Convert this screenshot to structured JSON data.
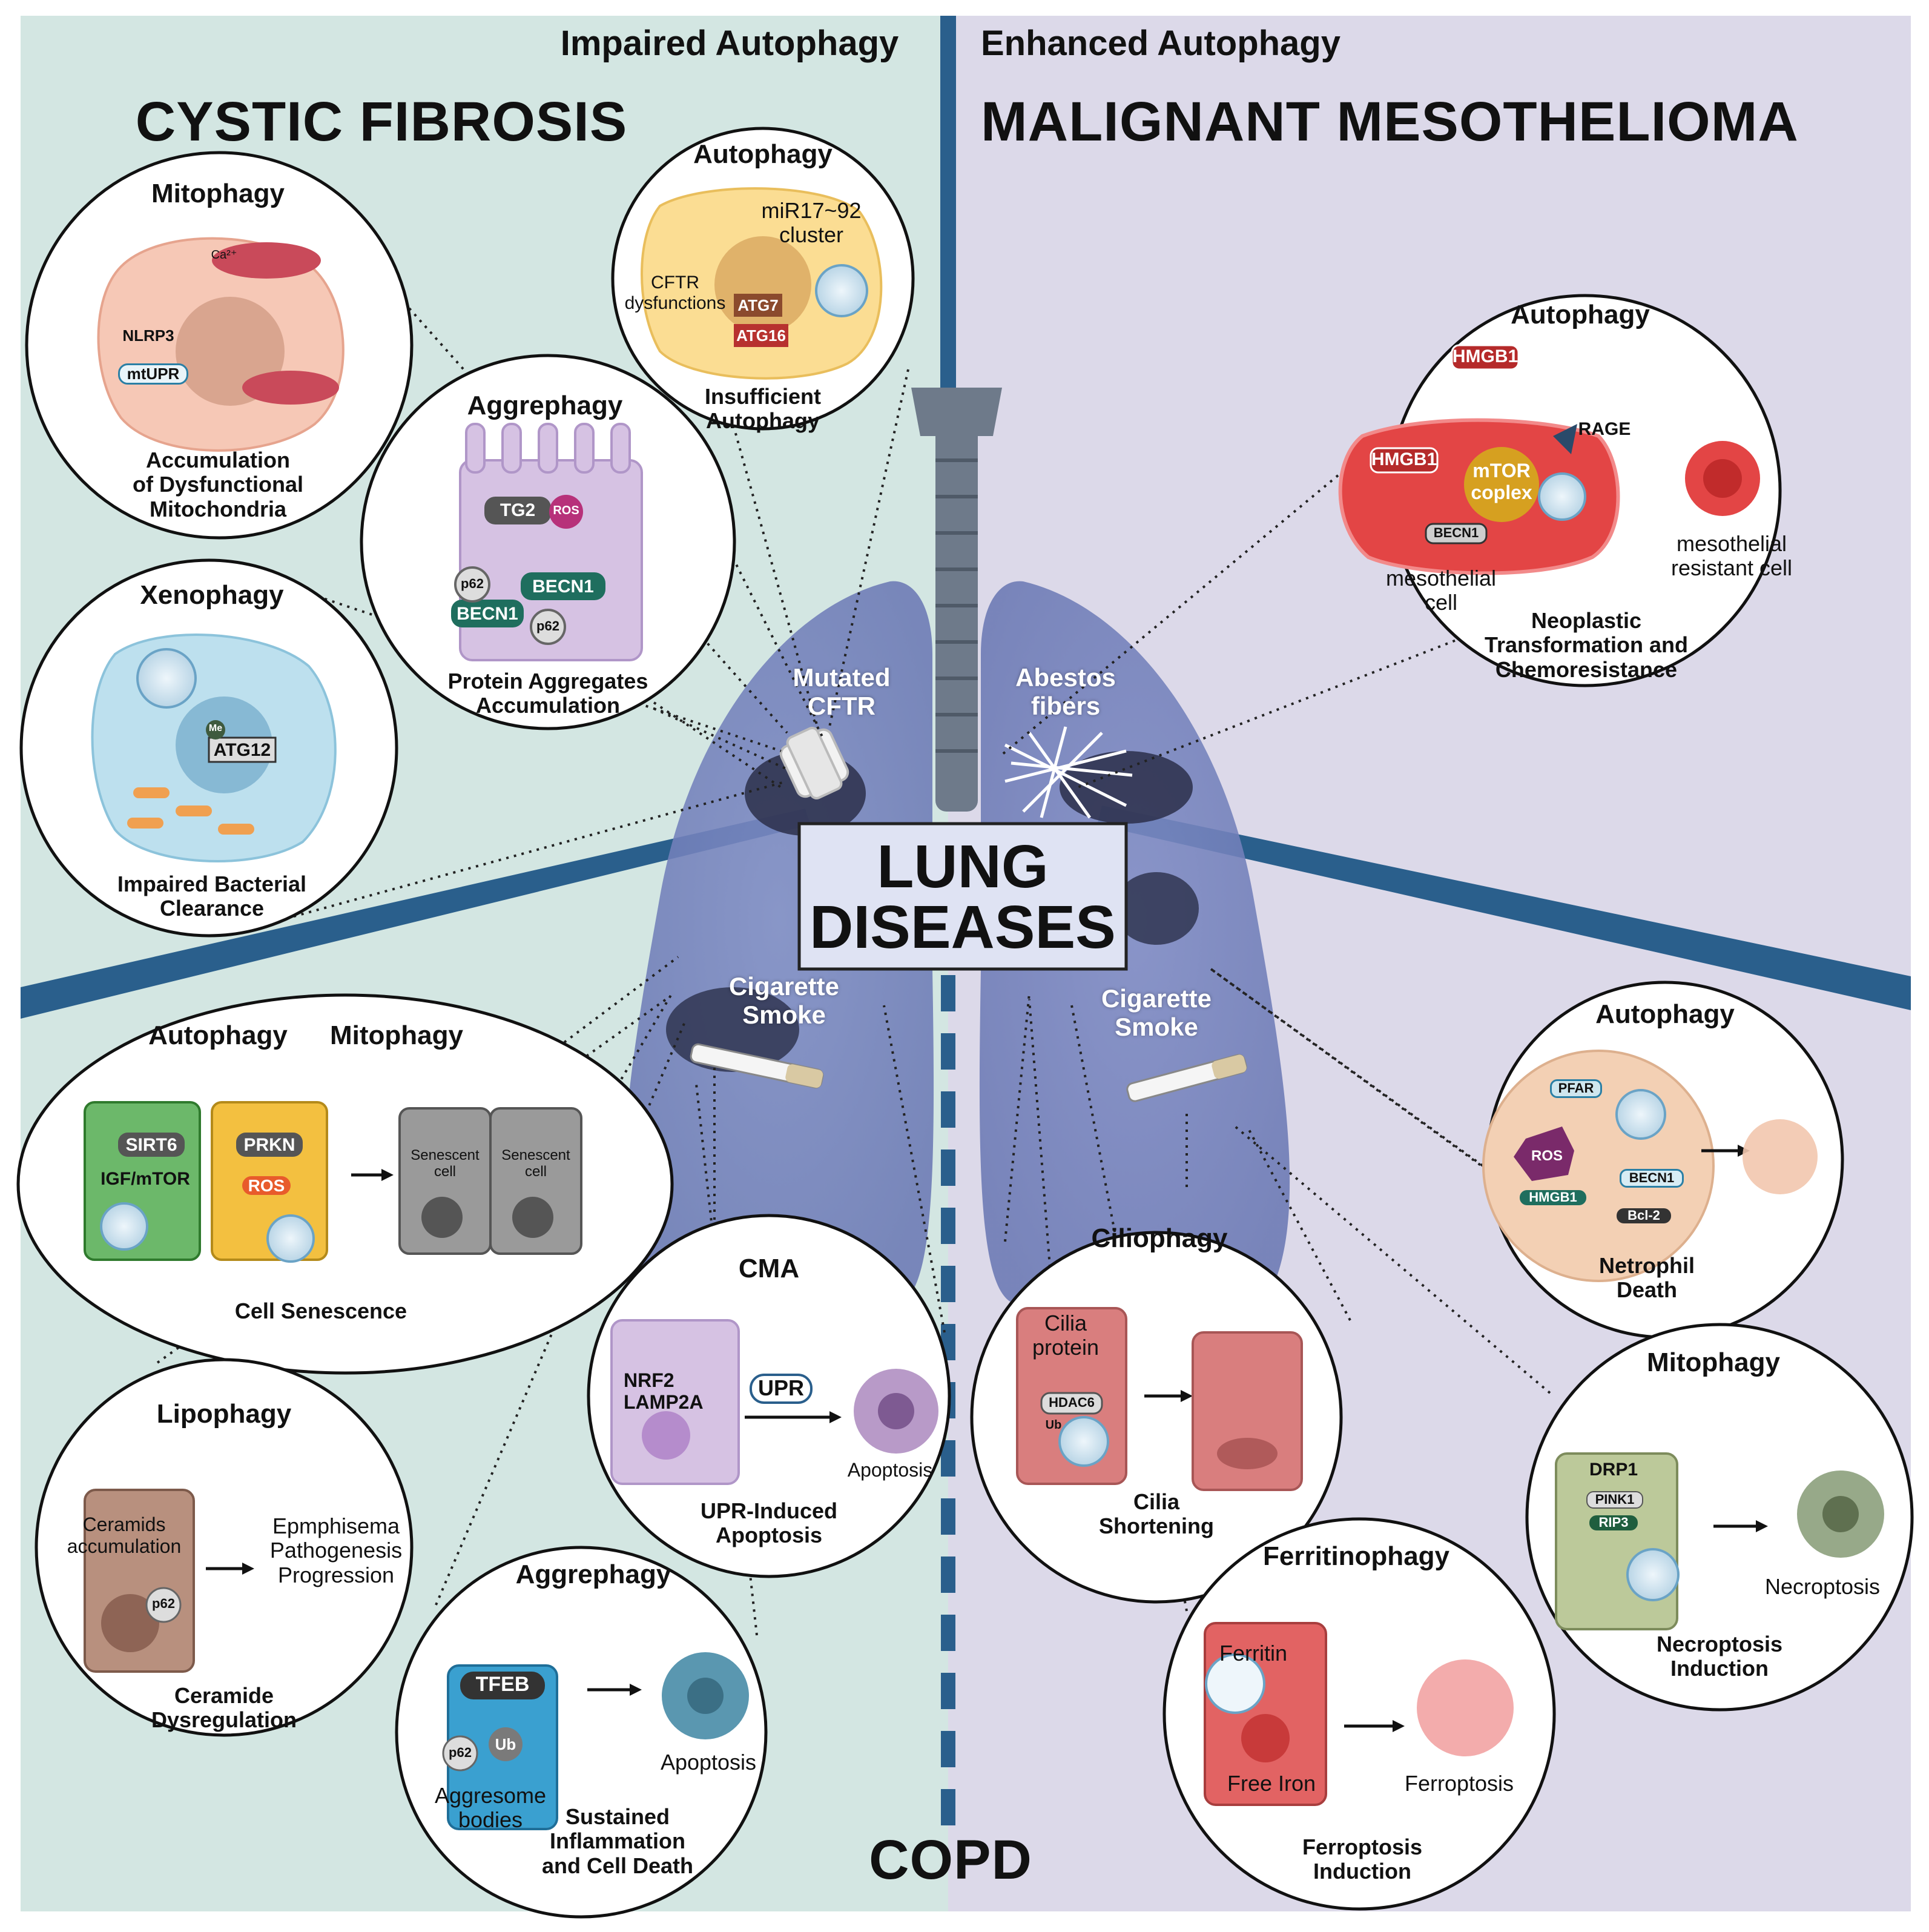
{
  "headers": {
    "impaired": "Impaired Autophagy",
    "enhanced": "Enhanced Autophagy",
    "cf": "CYSTIC FIBROSIS",
    "mm": "MALIGNANT MESOTHELIOMA",
    "copd": "COPD"
  },
  "center": {
    "line1": "LUNG",
    "line2": "DISEASES"
  },
  "lung_labels": {
    "cftr": "Mutated\nCFTR",
    "asbestos": "Abestos\nfibers",
    "smoke_left": "Cigarette\nSmoke",
    "smoke_right": "Cigarette\nSmoke"
  },
  "circles": {
    "mitophagy_cf": {
      "title": "Mitophagy",
      "caption": "Accumulation\nof Dysfunctional\nMitochondria",
      "labels": {
        "nlrp3": "NLRP3",
        "mtupr": "mtUPR",
        "ca": "Ca²⁺"
      }
    },
    "autophagy_cf": {
      "title": "Autophagy",
      "caption": "Insufficient\nAutophagy",
      "labels": {
        "mir": "miR17~92\ncluster",
        "cftr": "CFTR\ndysfunctions",
        "atg7": "ATG7",
        "atg16": "ATG16"
      }
    },
    "aggrephagy_cf": {
      "title": "Aggrephagy",
      "caption": "Protein Aggregates\nAccumulation",
      "labels": {
        "tg2": "TG2",
        "ros": "ROS",
        "p62": "p62",
        "becn1": "BECN1",
        "becn1_b": "BECN1"
      }
    },
    "xenophagy_cf": {
      "title": "Xenophagy",
      "caption": "Impaired Bacterial\nClearance",
      "labels": {
        "atg12": "ATG12",
        "me": "Me"
      }
    },
    "autophagy_mm": {
      "title": "Autophagy",
      "caption": "Neoplastic\nTransformation and\nChemoresistance",
      "labels": {
        "hmgb1_top": "HMGB1",
        "rage": "RAGE",
        "hmgb1": "HMGB1",
        "mtor": "mTOR\ncoplex",
        "becn1": "BECN1",
        "meso_cell": "mesothelial\ncell",
        "resistant": "mesothelial\nresistant cell"
      }
    },
    "copd_senescence": {
      "title_a": "Autophagy",
      "title_b": "Mitophagy",
      "caption": "Cell Senescence",
      "labels": {
        "sirt6": "SIRT6",
        "igf": "IGF/mTOR",
        "prkn": "PRKN",
        "ros": "ROS",
        "senescent": "Senescent\ncell"
      }
    },
    "lipophagy": {
      "title": "Lipophagy",
      "caption": "Ceramide\nDysregulation",
      "labels": {
        "ceramids": "Ceramids\naccumulation",
        "emph": "Epmphisema\nPathogenesis\nProgression",
        "p62": "p62"
      }
    },
    "cma": {
      "title": "CMA",
      "caption": "UPR-Induced\nApoptosis",
      "labels": {
        "nrf2": "NRF2\nLAMP2A",
        "upr": "UPR",
        "apoptosis": "Apoptosis"
      }
    },
    "aggrephagy_copd": {
      "title": "Aggrephagy",
      "caption": "Sustained\nInflammation\nand Cell Death",
      "labels": {
        "tfeb": "TFEB",
        "p62": "p62",
        "ub": "Ub",
        "aggresome": "Aggresome\nbodies",
        "apoptosis": "Apoptosis"
      }
    },
    "ciliophagy": {
      "title": "Ciliophagy",
      "caption": "Cilia\nShortening",
      "labels": {
        "cilia_protein": "Cilia\nprotein",
        "hdac6": "HDAC6",
        "ub": "Ub"
      }
    },
    "ferritinophagy": {
      "title": "Ferritinophagy",
      "caption": "Ferroptosis\nInduction",
      "labels": {
        "ferritin": "Ferritin",
        "free_iron": "Free Iron",
        "ferroptosis": "Ferroptosis"
      }
    },
    "autophagy_copd": {
      "title": "Autophagy",
      "caption": "Netrophil\nDeath",
      "labels": {
        "pfar": "PFAR",
        "ros": "ROS",
        "hmgb1": "HMGB1",
        "becn1": "BECN1",
        "bcl2": "Bcl-2"
      }
    },
    "mitophagy_copd": {
      "title": "Mitophagy",
      "caption": "Necroptosis\nInduction",
      "labels": {
        "drp1": "DRP1",
        "pink1": "PINK1",
        "rip3": "RIP3",
        "necroptosis": "Necroptosis"
      }
    }
  },
  "colors": {
    "cf_panel": "#d3e6e2",
    "mm_panel": "#dcd9e9",
    "divider": "#2a5f8c",
    "lung": "#8391c8",
    "trachea": "#6e7a8a",
    "center_box": "#dfe3f3"
  }
}
